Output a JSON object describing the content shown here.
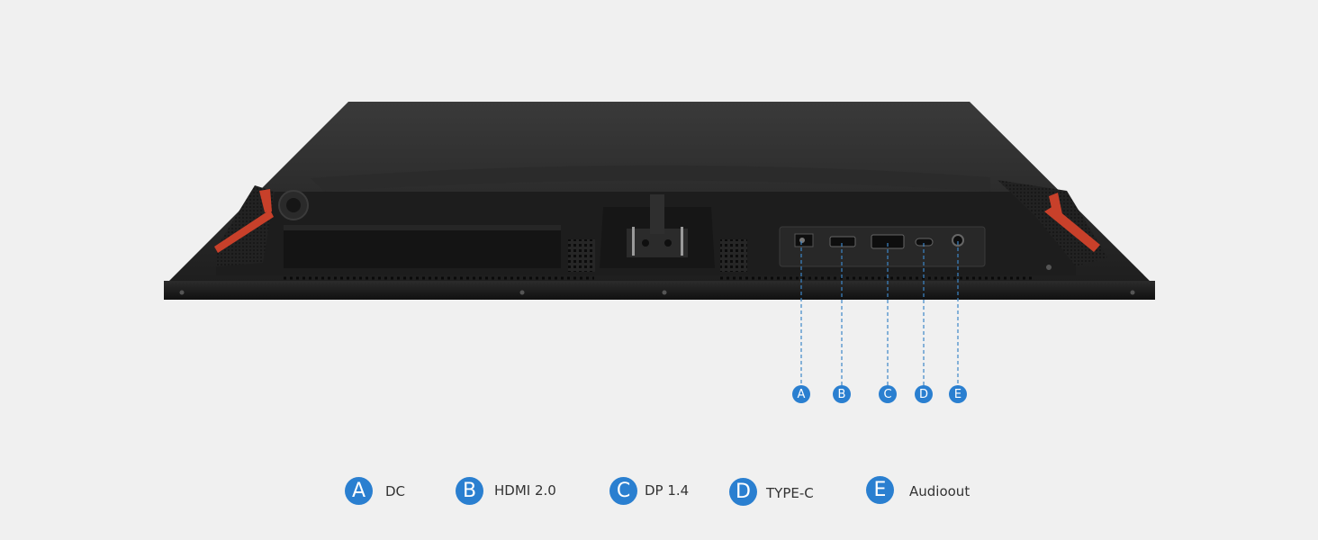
{
  "ports": [
    {
      "letter": "A",
      "label": "DC"
    },
    {
      "letter": "B",
      "label": "HDMI 2.0"
    },
    {
      "letter": "C",
      "label": "DP 1.4"
    },
    {
      "letter": "D",
      "label": "TYPE-C"
    },
    {
      "letter": "E",
      "label": "Audioout"
    }
  ],
  "colors": {
    "background": "#f0f0f0",
    "monitor_body": "#1f1f1f",
    "accent_red": "#c8402a",
    "badge_blue": "#2a7fd0",
    "leader_line": "#3d87c9"
  }
}
